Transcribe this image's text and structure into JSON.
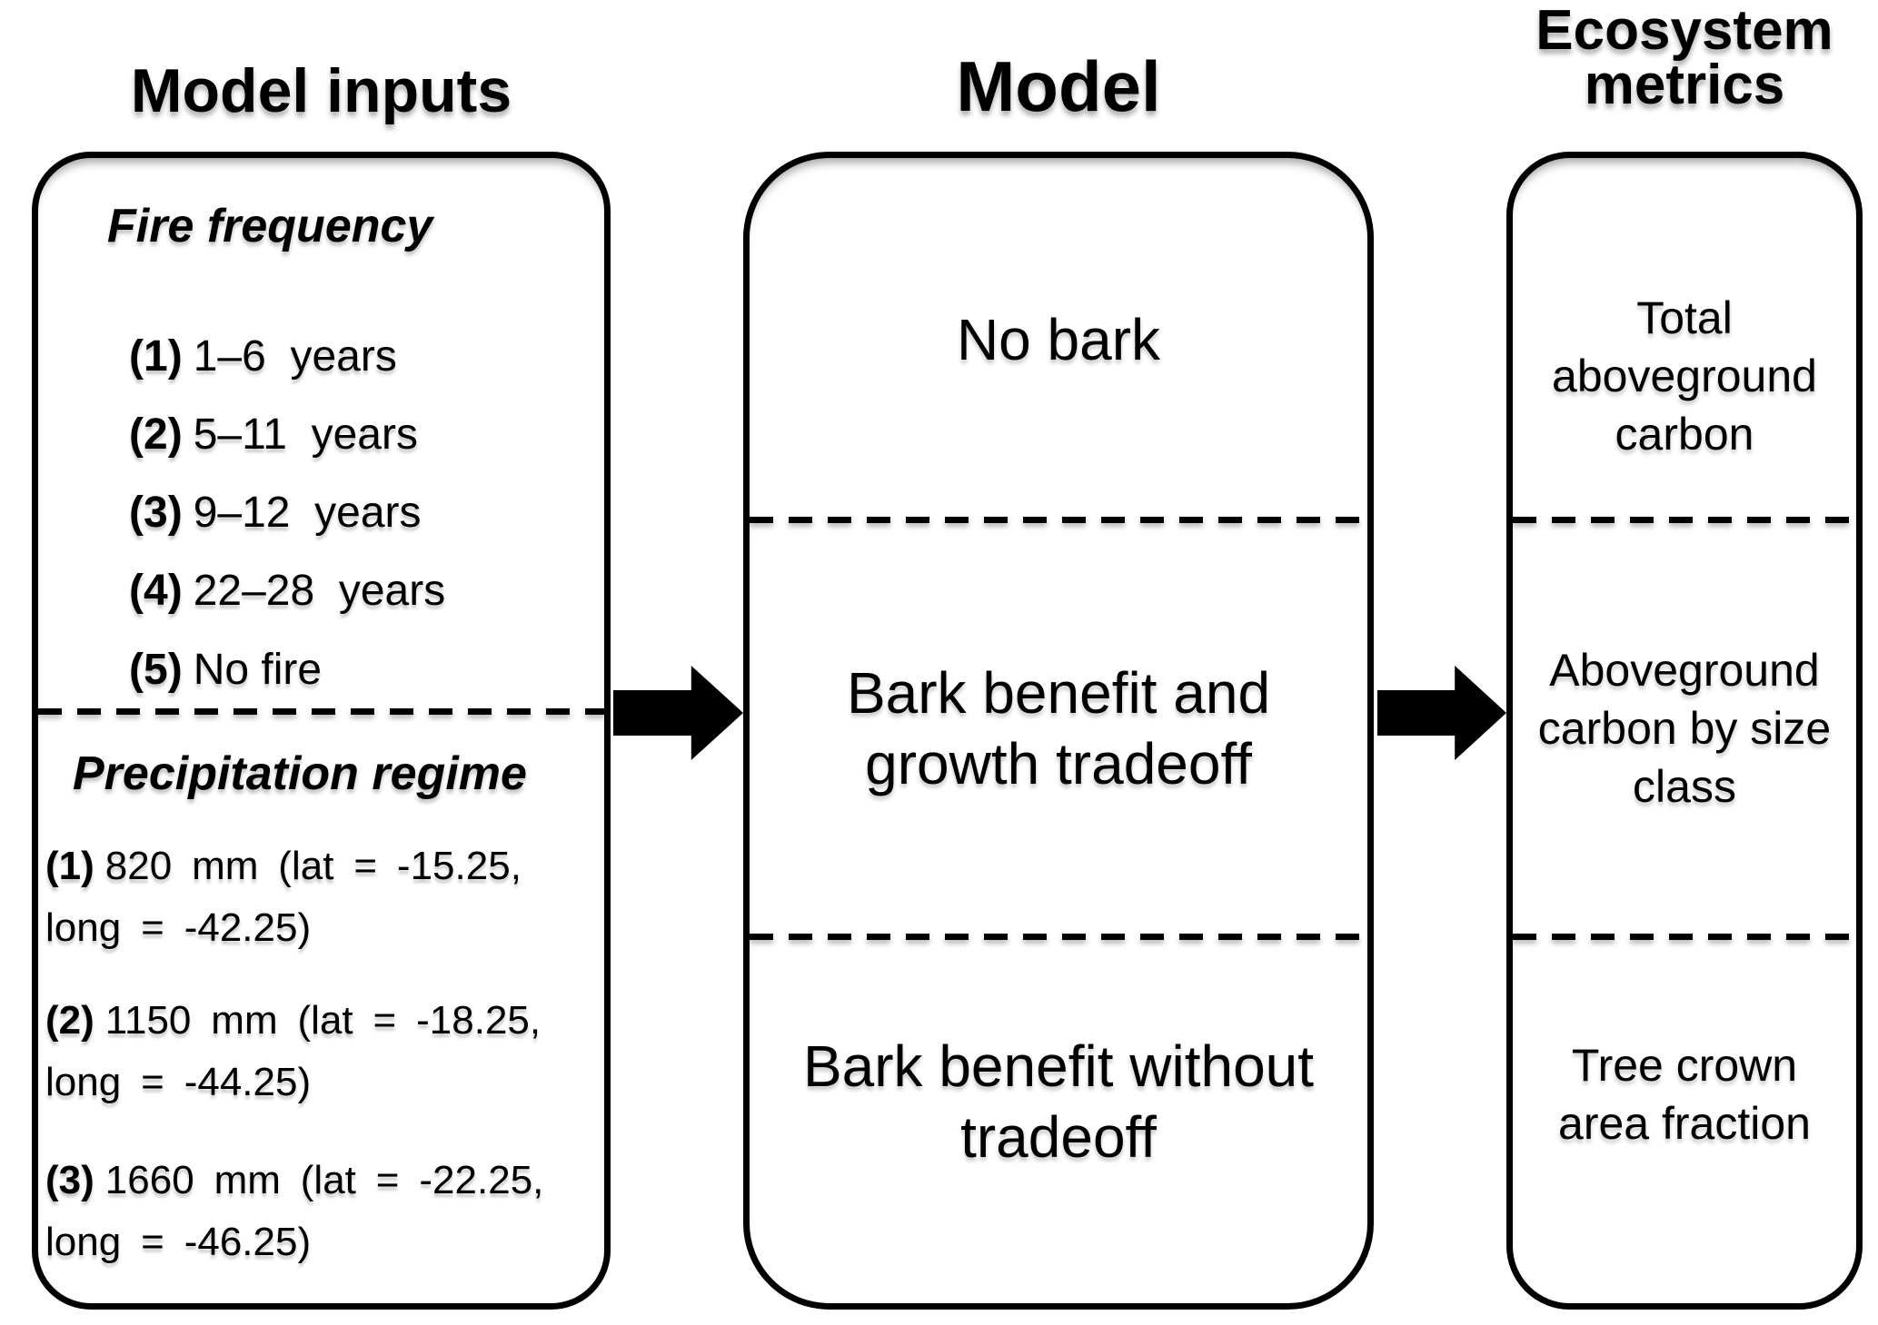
{
  "titles": {
    "inputs": "Model inputs",
    "model": "Model",
    "metrics_line1": "Ecosystem",
    "metrics_line2": "metrics"
  },
  "inputs_box": {
    "fire": {
      "heading": "Fire frequency",
      "items": [
        {
          "marker": "(1)",
          "text": "1–6  years"
        },
        {
          "marker": "(2)",
          "text": "5–11  years"
        },
        {
          "marker": "(3)",
          "text": "9–12  years"
        },
        {
          "marker": "(4)",
          "text": "22–28  years"
        },
        {
          "marker": "(5)",
          "text": "No fire"
        }
      ]
    },
    "precip": {
      "heading": "Precipitation regime",
      "items": [
        {
          "marker": "(1)",
          "line1": "820 mm (lat = -15.25,",
          "line2": "long = -42.25)"
        },
        {
          "marker": "(2)",
          "line1": "1150 mm (lat = -18.25,",
          "line2": "long = -44.25)"
        },
        {
          "marker": "(3)",
          "line1": "1660 mm (lat = -22.25,",
          "line2": "long = -46.25)"
        }
      ]
    }
  },
  "model_box": {
    "sections": [
      {
        "line1": "No bark",
        "line2": ""
      },
      {
        "line1": "Bark benefit and",
        "line2": "growth tradeoff"
      },
      {
        "line1": "Bark benefit without",
        "line2": "tradeoff"
      }
    ]
  },
  "metrics_box": {
    "sections": [
      {
        "line1": "Total",
        "line2": "aboveground",
        "line3": "carbon"
      },
      {
        "line1": "Aboveground",
        "line2": "carbon by size",
        "line3": "class"
      },
      {
        "line1": "Tree crown",
        "line2": "area fraction",
        "line3": ""
      }
    ]
  },
  "colors": {
    "ink": "#000000",
    "background": "#ffffff"
  }
}
